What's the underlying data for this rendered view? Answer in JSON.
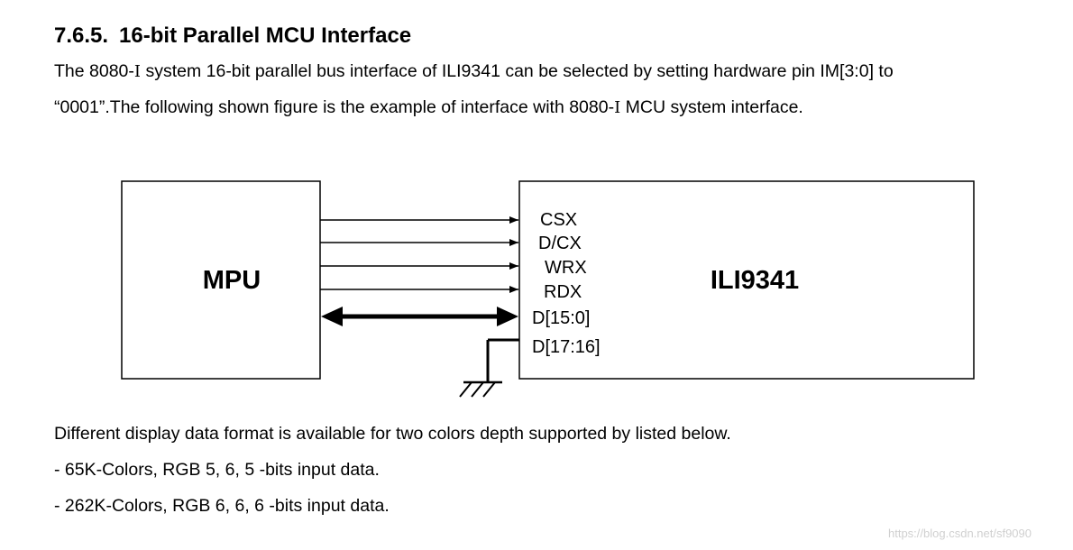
{
  "section": {
    "number": "7.6.5.",
    "title": "16-bit Parallel MCU Interface"
  },
  "intro": {
    "line1_a": "The 8080-",
    "line1_roman": "Ⅰ",
    "line1_b": " system 16-bit parallel bus interface of ILI9341 can be selected by setting hardware pin IM[3:0] to",
    "line2_a": "“0001”.The following shown figure is the example of interface with 8080-",
    "line2_roman": "Ⅰ",
    "line2_b": " MCU system interface."
  },
  "diagram": {
    "left_box_label": "MPU",
    "right_box_label": "ILI9341",
    "signals": [
      {
        "label": "CSX",
        "direction": "to-ili9341"
      },
      {
        "label": "D/CX",
        "direction": "to-ili9341"
      },
      {
        "label": "WRX",
        "direction": "to-ili9341"
      },
      {
        "label": "RDX",
        "direction": "to-ili9341"
      },
      {
        "label": "D[15:0]",
        "direction": "bidirectional"
      },
      {
        "label": "D[17:16]",
        "direction": "ground"
      }
    ]
  },
  "formats": {
    "intro": "Different display data format is available for two colors depth supported by listed below.",
    "items": [
      "- 65K-Colors, RGB 5, 6, 5 -bits input data.",
      "- 262K-Colors, RGB 6, 6, 6 -bits input data."
    ]
  },
  "watermark": "https://blog.csdn.net/sf9090"
}
